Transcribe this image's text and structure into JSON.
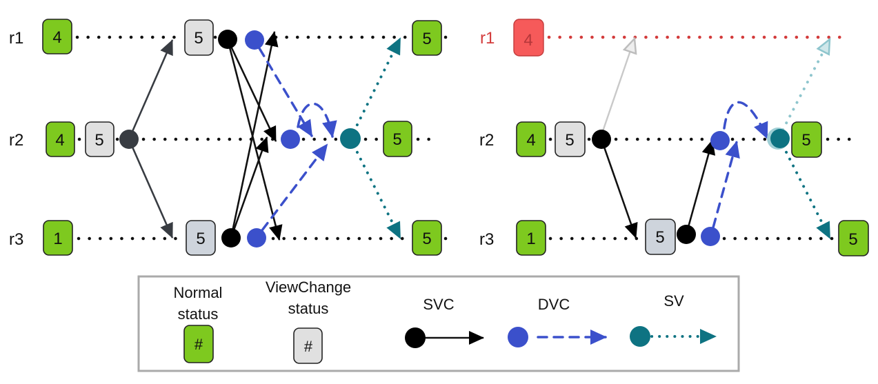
{
  "figure": {
    "left_panel": {
      "replicas": [
        {
          "label": "r1",
          "normal_view": "4",
          "viewchange_view": "5",
          "final_view": "5"
        },
        {
          "label": "r2",
          "normal_view": "4",
          "viewchange_view": "5",
          "final_view": "5"
        },
        {
          "label": "r3",
          "normal_view": "1",
          "viewchange_view": "5",
          "final_view": "5"
        }
      ]
    },
    "right_panel": {
      "replicas": [
        {
          "label": "r1",
          "normal_view": "4"
        },
        {
          "label": "r2",
          "normal_view": "4",
          "viewchange_view": "5",
          "final_view": "5"
        },
        {
          "label": "r3",
          "normal_view": "1",
          "viewchange_view": "5",
          "final_view": "5"
        }
      ]
    },
    "legend": {
      "normal": {
        "line1": "Normal",
        "line2": "status",
        "symbol": "#"
      },
      "viewchange": {
        "line1": "ViewChange",
        "line2": "status",
        "symbol": "#"
      },
      "svc": {
        "label": "SVC",
        "style": "solid"
      },
      "dvc": {
        "label": "DVC",
        "style": "dashed"
      },
      "sv": {
        "label": "SV",
        "style": "dotted"
      }
    }
  },
  "colors": {
    "green": "#7ec91f",
    "grey": "#e0e0e0",
    "grey-blue": "#ced4dc",
    "red-box": "#f65a5a",
    "red": "#d33b3b",
    "blue": "#3b50cb",
    "teal": "#0e7382",
    "dark": "#383c42",
    "faded-grey": "#c9c9c9",
    "faded-teal": "#8ec5cd",
    "legend-border": "#aaaaaa"
  }
}
